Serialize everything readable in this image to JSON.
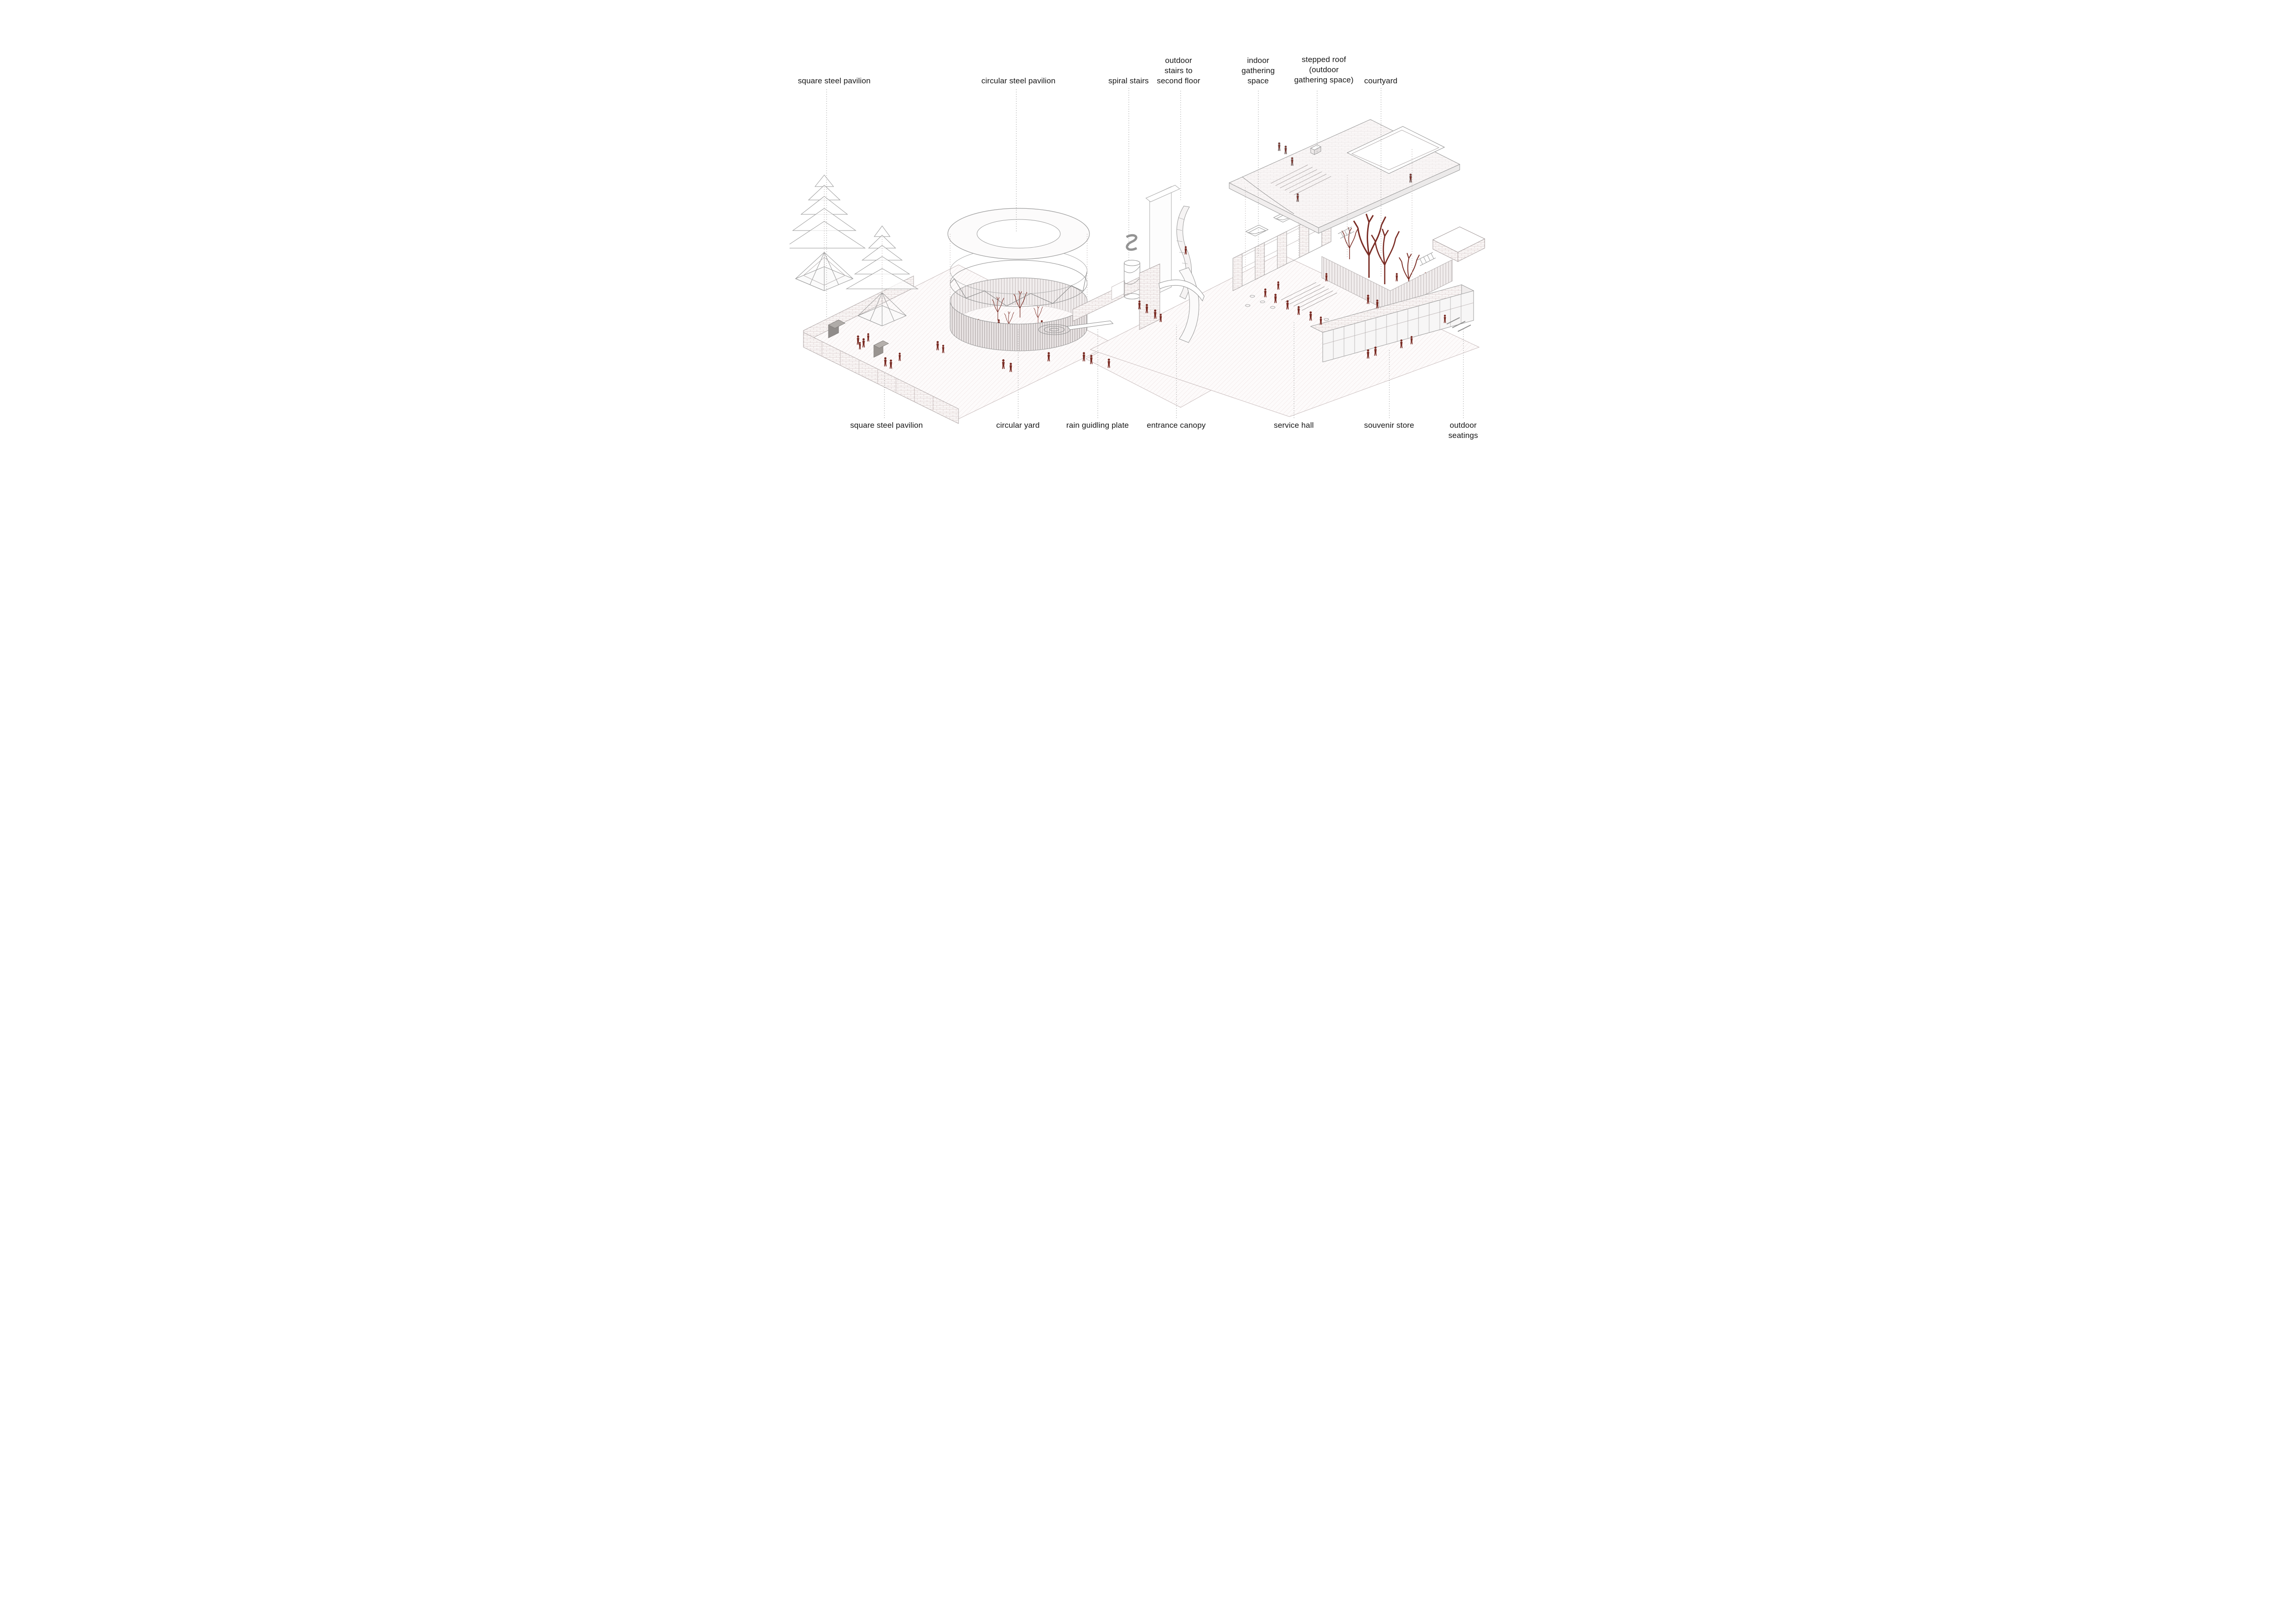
{
  "diagram": {
    "type": "architectural exploded axonometric",
    "colors": {
      "figure": "#7a2c24",
      "tree": "#7a2c24",
      "line": "#9a9a9a",
      "ground_hatch": "#e9dcdc",
      "label_text": "#161616"
    }
  },
  "labels": {
    "top": [
      {
        "text": "square steel pavilion"
      },
      {
        "text": "circular steel pavilion"
      },
      {
        "text": "spiral stairs"
      },
      {
        "text": "outdoor\nstairs to\nsecond floor"
      },
      {
        "text": "indoor\ngathering\nspace"
      },
      {
        "text": "stepped roof\n(outdoor\ngathering space)"
      },
      {
        "text": "courtyard"
      }
    ],
    "bottom": [
      {
        "text": "square steel pavilion"
      },
      {
        "text": "circular yard"
      },
      {
        "text": "rain guidling plate"
      },
      {
        "text": "entrance canopy"
      },
      {
        "text": "service hall"
      },
      {
        "text": "souvenir store"
      },
      {
        "text": "outdoor seatings"
      }
    ]
  }
}
